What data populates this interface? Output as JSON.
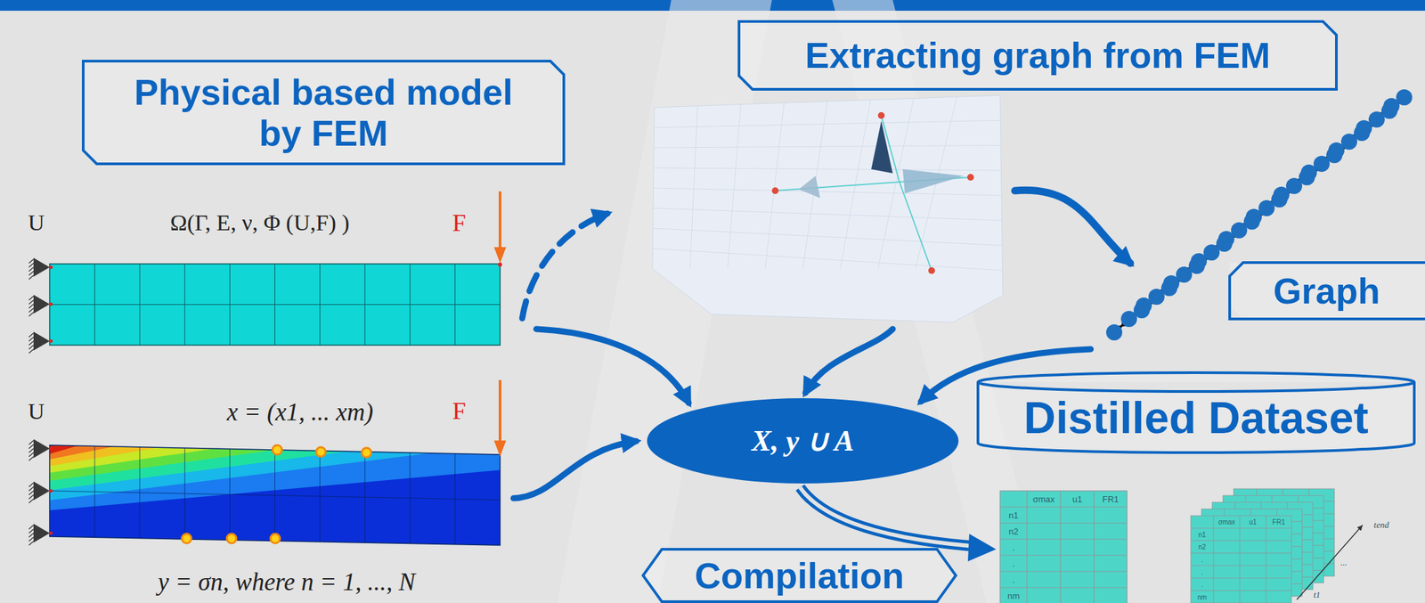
{
  "diagram": {
    "nodes": [
      {
        "text": [
          "Physical based model by FEM"
        ]
      },
      {
        "text": [
          "Extracting graph from FEM"
        ]
      },
      {
        "text": [
          "Graph"
        ]
      },
      {
        "text": [
          "X, y ∪ A"
        ]
      },
      {
        "text": [
          "Distilled Dataset"
        ]
      },
      {
        "text": [
          "Compilation"
        ]
      }
    ],
    "labels": [
      "U",
      "Ω(Γ, E, ν, Φ (U,F) )",
      "F",
      "U",
      "x = (x1, ... xm)",
      "F",
      "y = σn, where n = 1, ..., N",
      "σmax",
      "u1",
      "FR1",
      "n1",
      "n2",
      ".",
      ".",
      ".",
      "nm",
      "σmax",
      "u1",
      "FR1",
      "n1",
      "n2",
      ".",
      ".",
      ".",
      "nm",
      "t1",
      "...",
      "tend"
    ]
  }
}
